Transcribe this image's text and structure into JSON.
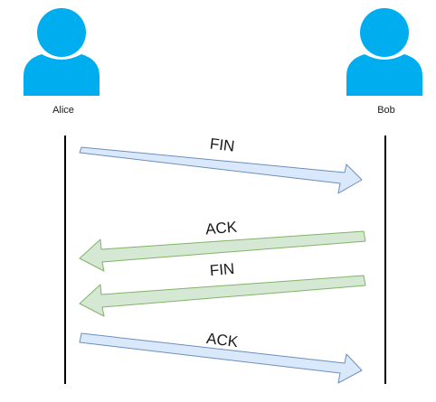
{
  "diagram": {
    "actors": [
      {
        "name": "Alice",
        "icon": "user-icon"
      },
      {
        "name": "Bob",
        "icon": "user-icon"
      }
    ],
    "messages": [
      {
        "label": "FIN",
        "from": "Alice",
        "to": "Bob",
        "color": "blue"
      },
      {
        "label": "ACK",
        "from": "Bob",
        "to": "Alice",
        "color": "green"
      },
      {
        "label": "FIN",
        "from": "Bob",
        "to": "Alice",
        "color": "green"
      },
      {
        "label": "ACK",
        "from": "Alice",
        "to": "Bob",
        "color": "blue"
      }
    ]
  },
  "colors": {
    "actor_fill": "#00AEEF",
    "lifeline": "#000000",
    "blue_fill": "#DAE8FC",
    "blue_stroke": "#6C8EBF",
    "green_fill": "#D5E8D4",
    "green_stroke": "#82B366"
  }
}
